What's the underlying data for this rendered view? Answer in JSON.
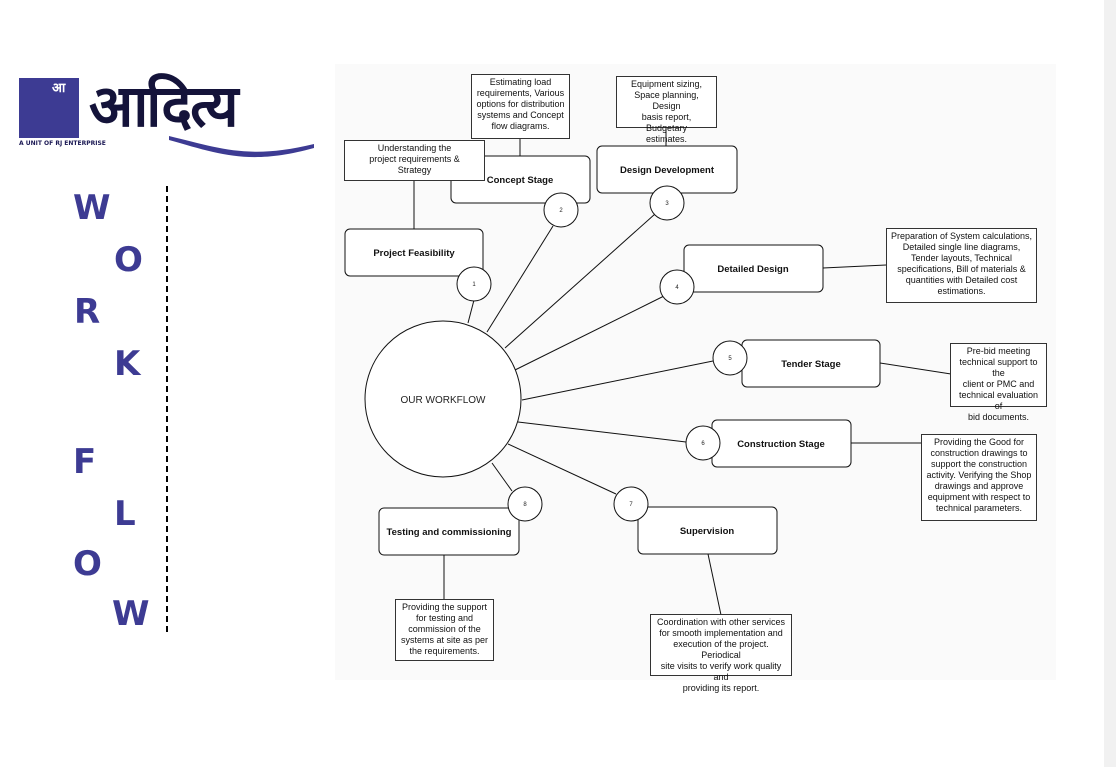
{
  "logo": {
    "mark": "आ",
    "name": "आदित्य",
    "tagline": "A UNIT OF RJ ENTERPRISE",
    "brand_color": "#3d3b93"
  },
  "side_title": {
    "letters": [
      "W",
      "O",
      "R",
      "K",
      "F",
      "L",
      "O",
      "W"
    ]
  },
  "diagram": {
    "center": "OUR WORKFLOW",
    "stages": [
      {
        "num": "1",
        "title": "Project Feasibility",
        "note": [
          "Understanding the",
          "project requirements &",
          "Strategy"
        ]
      },
      {
        "num": "2",
        "title": "Concept Stage",
        "note": [
          "Estimating load",
          "requirements, Various",
          "options for distribution",
          "systems and Concept",
          "flow diagrams."
        ]
      },
      {
        "num": "3",
        "title": "Design Development",
        "note": [
          "Equipment sizing,",
          "Space planning, Design",
          "basis report, Budgetary",
          "estimates."
        ]
      },
      {
        "num": "4",
        "title": "Detailed Design",
        "note": [
          "Preparation of System calculations,",
          "Detailed single line diagrams,",
          "Tender layouts, Technical",
          "specifications, Bill of materials &",
          "quantities with Detailed cost",
          "estimations."
        ]
      },
      {
        "num": "5",
        "title": "Tender Stage",
        "note": [
          "Pre-bid meeting",
          "technical support to the",
          "client or PMC and",
          "technical evaluation of",
          "bid documents."
        ]
      },
      {
        "num": "6",
        "title": "Construction Stage",
        "note": [
          "Providing the Good for",
          "construction drawings to",
          "support the construction",
          "activity. Verifying the Shop",
          "drawings and approve",
          "equipment with respect to",
          "technical parameters."
        ]
      },
      {
        "num": "7",
        "title": "Supervision",
        "note": [
          "Coordination with other services",
          "for smooth implementation and",
          "execution of the project. Periodical",
          "site visits to verify work quality and",
          "providing its report."
        ]
      },
      {
        "num": "8",
        "title": "Testing and commissioning",
        "note": [
          "Providing the support",
          "for testing and",
          "commission of the",
          "systems at site as per",
          "the requirements."
        ]
      }
    ]
  }
}
